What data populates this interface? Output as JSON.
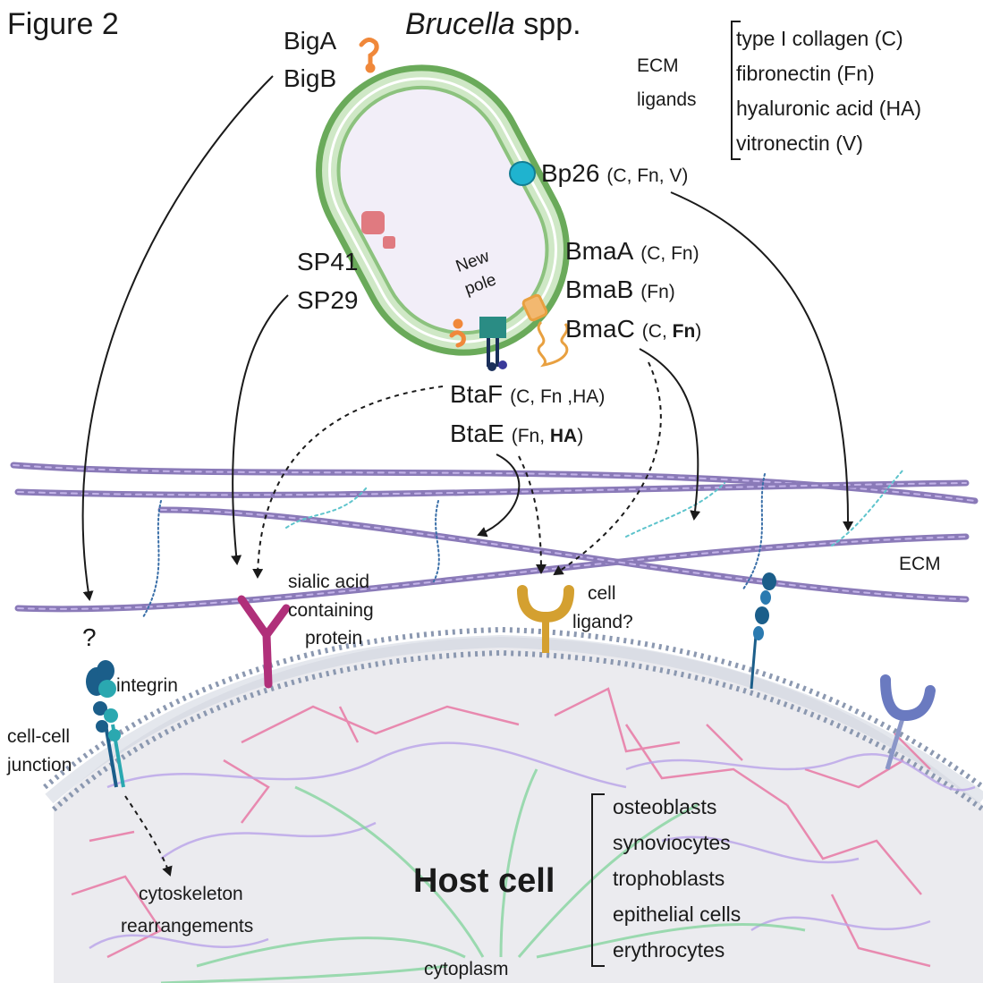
{
  "figure_label": "Figure 2",
  "title": {
    "genus": "Brucella",
    "suffix": " spp."
  },
  "bacterium": {
    "new_pole_line1": "New",
    "new_pole_line2": "pole"
  },
  "adhesins": {
    "big": [
      "BigA",
      "BigB"
    ],
    "sp": [
      "SP41",
      "SP29"
    ],
    "bp26": {
      "name": "Bp26",
      "ligands": "(C, Fn, V)"
    },
    "bmaA": {
      "name": "BmaA",
      "ligands": "(C, Fn)"
    },
    "bmaB": {
      "name": "BmaB",
      "ligands": "(Fn)"
    },
    "bmaC": {
      "name": "BmaC",
      "ligands_pre": "(C, ",
      "ligands_bold": "Fn",
      "ligands_post": ")"
    },
    "btaF": {
      "name": "BtaF",
      "ligands": "(C, Fn ,HA)"
    },
    "btaE": {
      "name": "BtaE",
      "ligands_pre": "(Fn, ",
      "ligands_bold": "HA",
      "ligands_post": ")"
    }
  },
  "ecm_ligands": {
    "label_line1": "ECM",
    "label_line2": "ligands",
    "items": [
      "type I collagen (C)",
      "fibronectin (Fn)",
      "hyaluronic acid (HA)",
      "vitronectin (V)"
    ]
  },
  "ecm_label": "ECM",
  "receptors": {
    "unknown": "?",
    "integrin": "integrin",
    "cell_junction_line1": "cell-cell",
    "cell_junction_line2": "junction",
    "sialic_line1": "sialic acid",
    "sialic_line2": "containing",
    "sialic_line3": "protein",
    "cell_ligand_line1": "cell",
    "cell_ligand_line2": "ligand?"
  },
  "host": {
    "title": "Host cell",
    "cytoskeleton_line1": "cytoskeleton",
    "cytoskeleton_line2": "rearrangements",
    "cytoplasm": "cytoplasm",
    "cell_types": [
      "osteoblasts",
      "synoviocytes",
      "trophoblasts",
      "epithelial cells",
      "erythrocytes"
    ]
  },
  "colors": {
    "membrane_green": "#6aaa5a",
    "cell_interior": "#ebebef",
    "ecm_fiber": "#8a7ab8",
    "actin_pink": "#e879a4",
    "filament_purple": "#b9a3e8",
    "microtubule_green": "#7fd39a",
    "receptor_magenta": "#b0307a",
    "receptor_gold": "#d4a030",
    "integrin_blue": "#1b5e8a",
    "integrin_teal": "#2aa8b0",
    "bp26_cyan": "#1fb3cf",
    "sp_red": "#e07a80",
    "big_orange": "#f0883a"
  }
}
